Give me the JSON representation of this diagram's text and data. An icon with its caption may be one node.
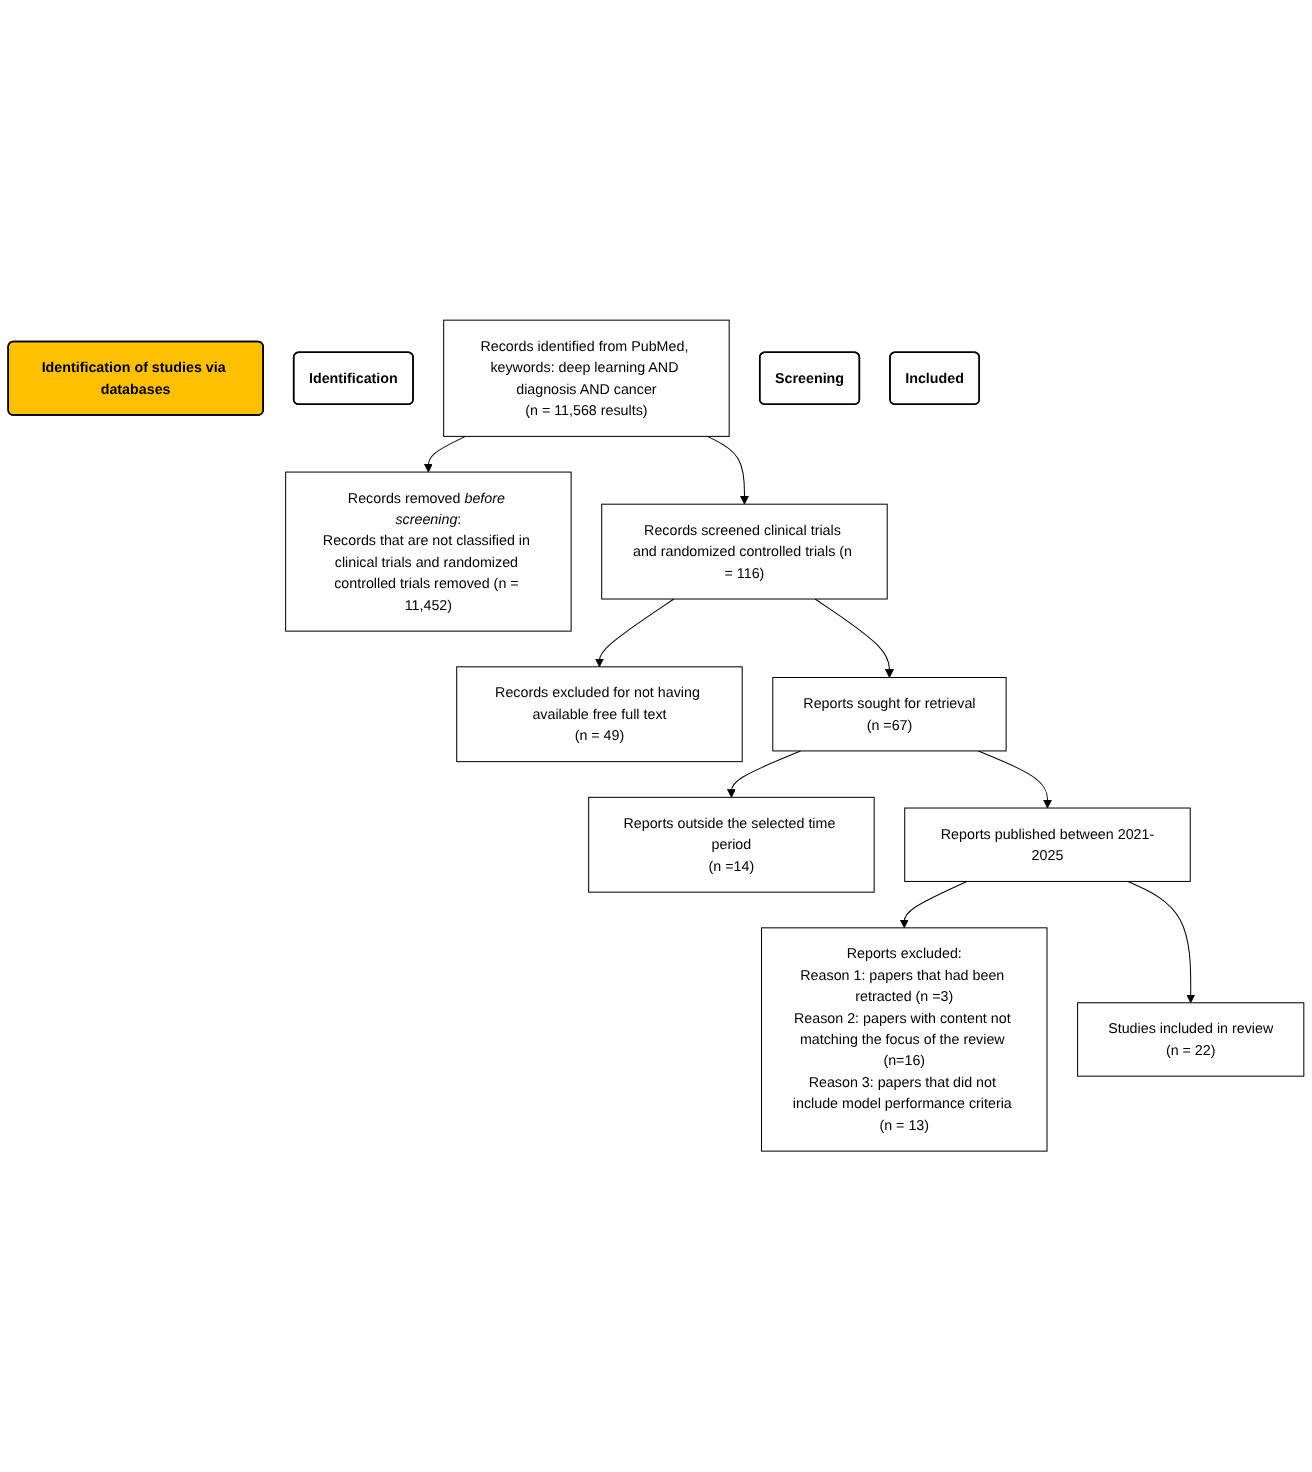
{
  "diagram": {
    "nodes": [
      {
        "text": [
          "Identification of studies via databases"
        ]
      },
      {
        "text": [
          "Identification"
        ]
      },
      {
        "text": [
          "Records identified from PubMed, keywords: deep learning AND diagnosis AND cancer",
          "(n = 11,568 results)"
        ]
      },
      {
        "text": [
          "Records removed *before screening*:",
          "Records that are not classified in clinical trials and randomized controlled trials removed (n = 11,452)"
        ]
      },
      {
        "text": [
          "Screening"
        ]
      },
      {
        "text": [
          "Records screened clinical trials and randomized controlled trials (n = 116)"
        ]
      },
      {
        "text": [
          "Records excluded for not having available free full text",
          "(n = 49)"
        ]
      },
      {
        "text": [
          "Reports sought for retrieval",
          "(n =67)"
        ]
      },
      {
        "text": [
          "Reports outside the selected time period",
          "(n =14)"
        ]
      },
      {
        "text": [
          "Reports published between 2021-2025"
        ]
      },
      {
        "text": [
          "Reports excluded:",
          "Reason 1: papers that had been retracted (n =3)",
          "Reason 2: papers with content not matching the focus of the review (n=16)",
          "Reason 3: papers that did not include model performance criteria (n = 13)"
        ]
      },
      {
        "text": [
          "Included"
        ]
      },
      {
        "text": [
          "Studies included in review",
          "(n = 22)"
        ]
      }
    ],
    "edges": [
      {
        "from": 2,
        "to": 3,
        "arrow": "to"
      },
      {
        "from": 2,
        "to": 5,
        "arrow": "to"
      },
      {
        "from": 5,
        "to": 6,
        "arrow": "to"
      },
      {
        "from": 5,
        "to": 7,
        "arrow": "to"
      },
      {
        "from": 7,
        "to": 8,
        "arrow": "to"
      },
      {
        "from": 7,
        "to": 9,
        "arrow": "to"
      },
      {
        "from": 9,
        "to": 10,
        "arrow": "to"
      },
      {
        "from": 9,
        "to": 12,
        "arrow": "to"
      }
    ]
  }
}
